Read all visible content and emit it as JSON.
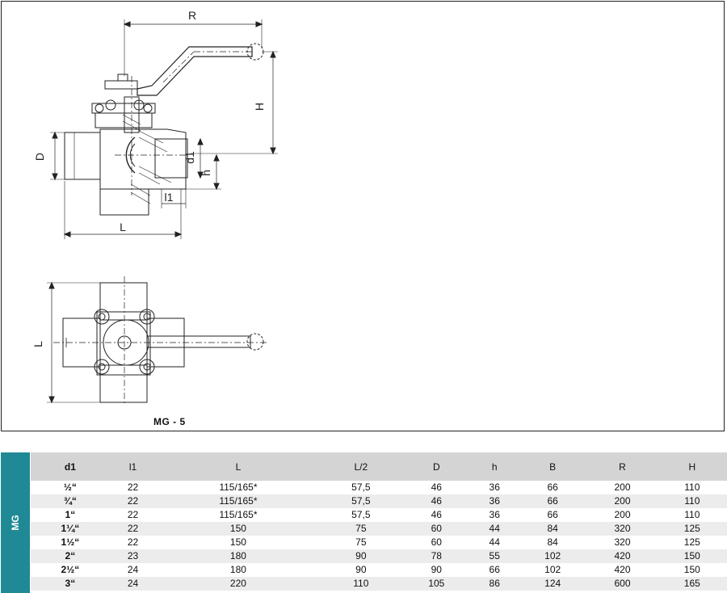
{
  "drawing": {
    "dim_labels": {
      "R": "R",
      "H": "H",
      "D": "D",
      "d1": "d1",
      "h": "h",
      "l1": "l1",
      "L": "L",
      "L_top": "L"
    },
    "model": "MG - 5"
  },
  "side_tab": {
    "label": "MG"
  },
  "table": {
    "headers": [
      "d1",
      "l1",
      "L",
      "L/2",
      "D",
      "h",
      "B",
      "R",
      "H"
    ],
    "rows": [
      [
        "½“",
        "22",
        "115/165*",
        "57,5",
        "46",
        "36",
        "66",
        "200",
        "110"
      ],
      [
        "¾“",
        "22",
        "115/165*",
        "57,5",
        "46",
        "36",
        "66",
        "200",
        "110"
      ],
      [
        "1“",
        "22",
        "115/165*",
        "57,5",
        "46",
        "36",
        "66",
        "200",
        "110"
      ],
      [
        "1¼“",
        "22",
        "150",
        "75",
        "60",
        "44",
        "84",
        "320",
        "125"
      ],
      [
        "1½“",
        "22",
        "150",
        "75",
        "60",
        "44",
        "84",
        "320",
        "125"
      ],
      [
        "2“",
        "23",
        "180",
        "90",
        "78",
        "55",
        "102",
        "420",
        "150"
      ],
      [
        "2½“",
        "24",
        "180",
        "90",
        "90",
        "66",
        "102",
        "420",
        "150"
      ],
      [
        "3“",
        "24",
        "220",
        "110",
        "105",
        "86",
        "124",
        "600",
        "165"
      ]
    ]
  },
  "colors": {
    "accent": "#1f8a96",
    "header_bg": "#d4d4d4",
    "stripe": "#ececec",
    "line": "#222222"
  }
}
